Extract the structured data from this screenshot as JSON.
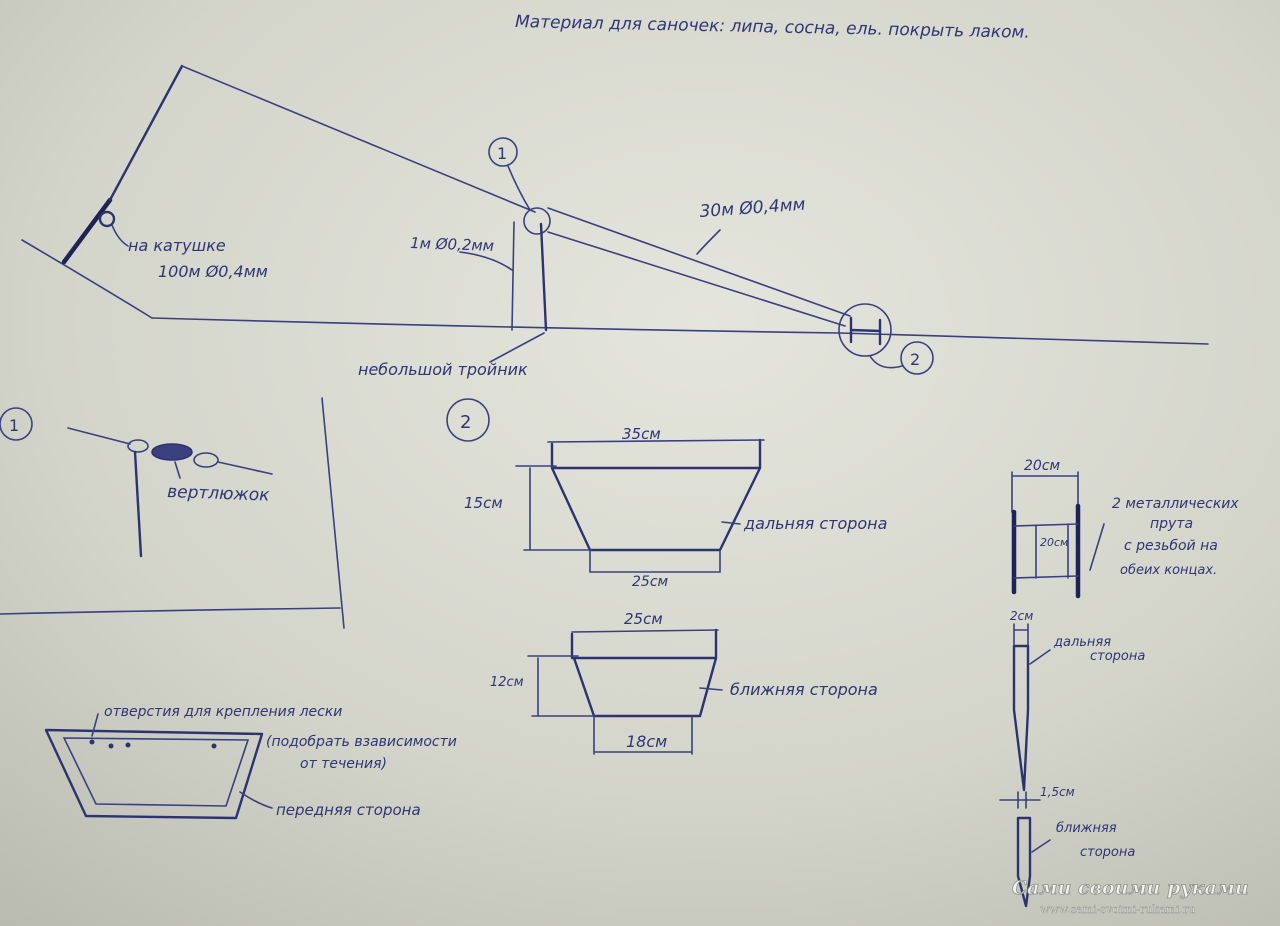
{
  "header": {
    "materials": "Материал для саночек: липа, сосна, ель. покрыть лаком."
  },
  "rig": {
    "callout_1": "1",
    "callout_2": "2",
    "line_main": "30м Ø0,4мм",
    "line_leader": "1м Ø0,2мм",
    "reel_label_line1": "на катушке",
    "reel_label_line2": "100м Ø0,4мм",
    "hook_label": "небольшой тройник"
  },
  "detail_1": {
    "number": "1",
    "swivel_label": "вертлюжок"
  },
  "detail_2": {
    "number": "2",
    "far_side": {
      "top_width": "35см",
      "height": "15см",
      "bottom_width": "25см",
      "label": "дальняя сторона"
    },
    "near_side": {
      "top_width": "25см",
      "height": "12см",
      "bottom_width": "18см",
      "label": "ближняя сторона"
    },
    "front_side": {
      "holes_label": "отверстия для крепления лески",
      "holes_note_line1": "(подобрать взависимости",
      "holes_note_line2": "от течения)",
      "label": "передняя сторона"
    },
    "top_view": {
      "width": "20см",
      "inner": "20см",
      "rods_line1": "2 металлических",
      "rods_line2": "прута",
      "rods_line3": "с резьбой на",
      "rods_line4": "обеих концах."
    },
    "profile": {
      "far_thickness": "2см",
      "far_label_line1": "дальняя",
      "far_label_line2": "сторона",
      "near_thickness": "1,5см",
      "near_label_line1": "ближняя",
      "near_label_line2": "сторона"
    }
  },
  "watermark": {
    "title": "Сами своими руками",
    "url": "www.sami-svoimi-rukami.ru"
  },
  "colors": {
    "ink": "#2c3370",
    "paper": "#d3d4ca"
  }
}
